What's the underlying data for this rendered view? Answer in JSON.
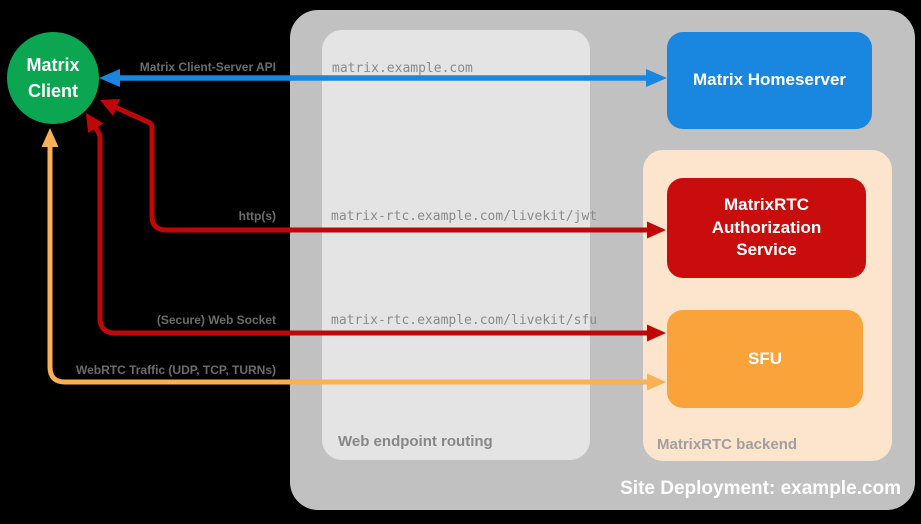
{
  "diagram": {
    "title": "Site Deployment: example.com",
    "nodes": {
      "matrix_client": {
        "label": "Matrix\nClient",
        "color": "#0CA552"
      },
      "matrix_homeserver": {
        "label": "Matrix Homeserver",
        "color": "#1986E0"
      },
      "auth_service": {
        "label": "MatrixRTC\nAuthorization\nService",
        "color": "#C90D0D"
      },
      "sfu": {
        "label": "SFU",
        "color": "#F9A33A"
      }
    },
    "containers": {
      "site_deployment": {
        "label": "Site Deployment: example.com",
        "color": "#C1C1C1"
      },
      "web_endpoint_routing": {
        "label": "Web endpoint routing",
        "color": "#E4E4E4"
      },
      "matrixrtc_backend": {
        "label": "MatrixRTC backend",
        "color": "#FCE5CC"
      }
    },
    "endpoints": [
      "matrix.example.com",
      "matrix-rtc.example.com/livekit/jwt",
      "matrix-rtc.example.com/livekit/sfu"
    ],
    "connections": [
      {
        "label": "Matrix Client-Server API",
        "color": "#1986E0",
        "from": "Matrix Client",
        "to": "Matrix Homeserver",
        "bidirectional": true
      },
      {
        "label": "http(s)",
        "color": "#C00606",
        "from": "Matrix Client",
        "to": "MatrixRTC Authorization Service",
        "bidirectional": true
      },
      {
        "label": "(Secure) Web Socket",
        "color": "#C00606",
        "from": "Matrix Client",
        "to": "SFU",
        "bidirectional": true
      },
      {
        "label": "WebRTC Traffic (UDP, TCP, TURNs)",
        "color": "#FAB054",
        "from": "Matrix Client",
        "to": "SFU",
        "bidirectional": true
      }
    ]
  }
}
